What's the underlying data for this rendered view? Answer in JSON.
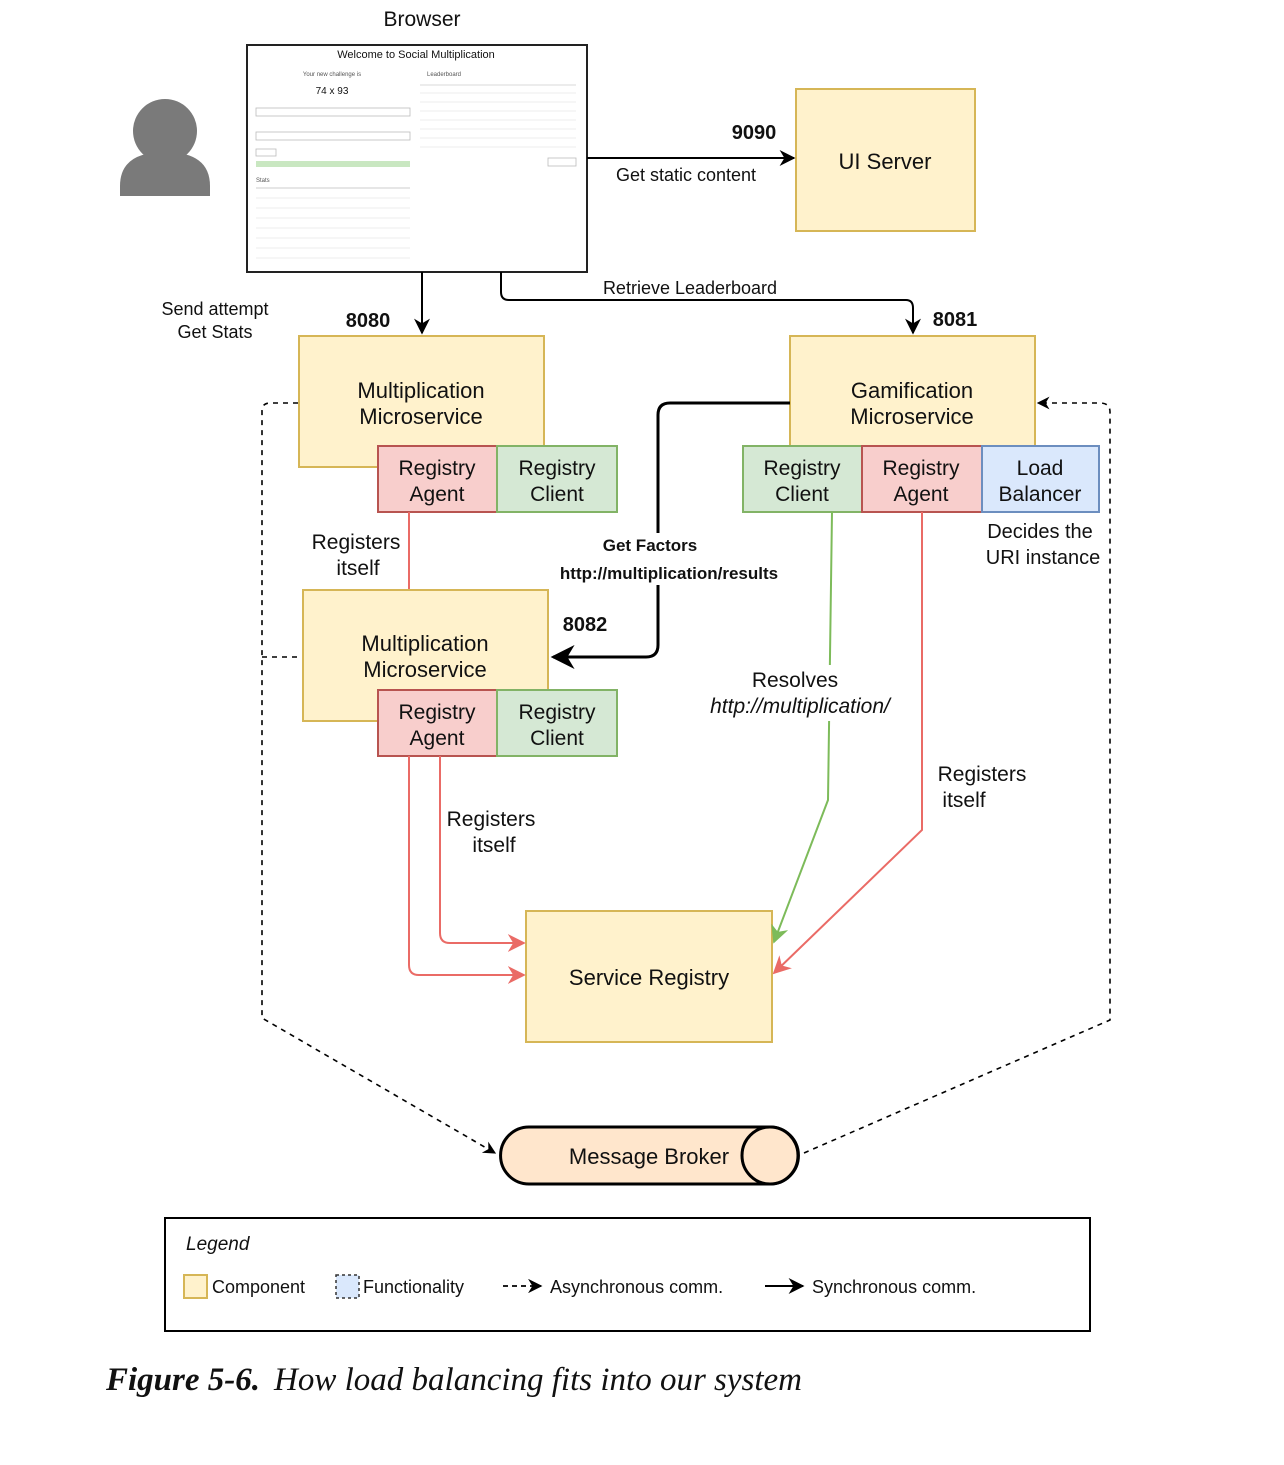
{
  "browser": {
    "label": "Browser",
    "screenshot": {
      "title": "Welcome to Social Multiplication",
      "challenge_label": "Your new challenge is",
      "challenge": "74 x 93",
      "leaderboard_label": "Leaderboard",
      "stats_label": "Stats"
    }
  },
  "user": {
    "icon": "user-icon"
  },
  "ports": {
    "ui": "9090",
    "mult1": "8080",
    "gam": "8081",
    "mult2": "8082"
  },
  "edges": {
    "get_static": "Get static content",
    "retrieve_leaderboard": "Retrieve Leaderboard",
    "send_attempt": [
      "Send attempt",
      "Get Stats"
    ],
    "get_factors": [
      "Get Factors",
      "http://multiplication/results"
    ],
    "registers_itself": [
      "Registers",
      "itself"
    ],
    "resolves": [
      "Resolves",
      "http://multiplication/"
    ],
    "decides": [
      "Decides the",
      "URI instance"
    ]
  },
  "nodes": {
    "ui_server": "UI Server",
    "mult_ms": [
      "Multiplication",
      "Microservice"
    ],
    "gam_ms": [
      "Gamification",
      "Microservice"
    ],
    "registry_agent": [
      "Registry",
      "Agent"
    ],
    "registry_client": [
      "Registry",
      "Client"
    ],
    "load_balancer": [
      "Load",
      "Balancer"
    ],
    "service_registry": "Service Registry",
    "message_broker": "Message Broker"
  },
  "legend": {
    "title": "Legend",
    "component": "Component",
    "functionality": "Functionality",
    "async": "Asynchronous comm.",
    "sync": "Synchronous comm."
  },
  "caption": {
    "number": "Figure 5-6.",
    "text": "How load balancing fits into our system"
  },
  "colors": {
    "component_fill": "#fff2cc",
    "component_stroke": "#d6b656",
    "agent_fill": "#f8cecc",
    "agent_stroke": "#b85450",
    "client_fill": "#d5e8d4",
    "client_stroke": "#82b366",
    "lb_fill": "#dae8fc",
    "lb_stroke": "#6c8ebf",
    "red_line": "#ea6b66",
    "green_line": "#7dbb5a",
    "broker_fill": "#ffe6cc"
  }
}
